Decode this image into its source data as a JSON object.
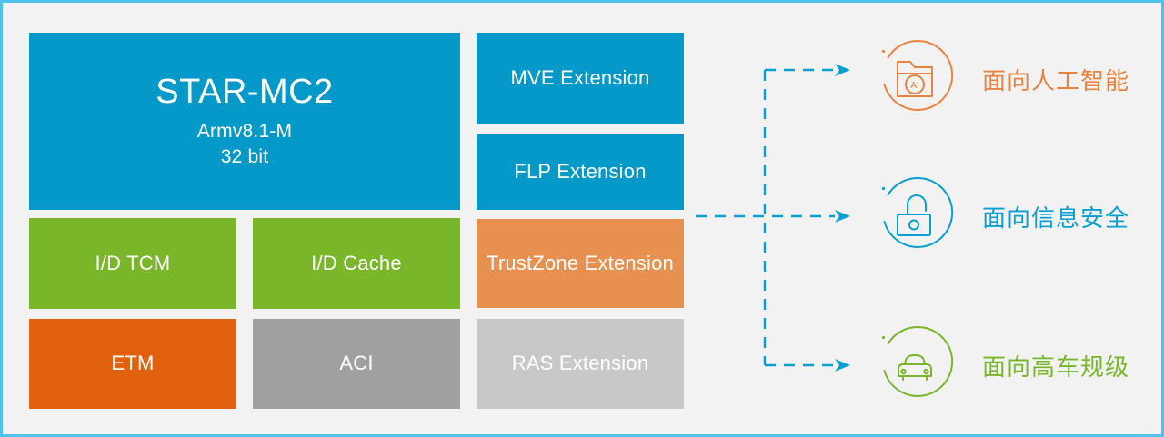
{
  "diagram": {
    "background_color": "#f2f2f2",
    "border_color": "#4fc3ec",
    "core": {
      "name": "STAR-MC2",
      "architecture": "Armv8.1-M",
      "bitness": "32 bit",
      "color": "#0499c8"
    },
    "blocks": [
      {
        "id": "tcm",
        "label": "I/D TCM",
        "color": "#7ab62a"
      },
      {
        "id": "cache",
        "label": "I/D Cache",
        "color": "#7ab62a"
      },
      {
        "id": "etm",
        "label": "ETM",
        "color": "#e1610e"
      },
      {
        "id": "aci",
        "label": "ACI",
        "color": "#a0a0a0"
      },
      {
        "id": "mve",
        "label": "MVE Extension",
        "color": "#0499c8"
      },
      {
        "id": "flp",
        "label": "FLP Extension",
        "color": "#0499c8"
      },
      {
        "id": "trustzone",
        "label": "TrustZone Extension",
        "color": "#e8904f"
      },
      {
        "id": "ras",
        "label": "RAS Extension",
        "color": "#c8c8c8"
      }
    ],
    "connector": {
      "style": "dashed",
      "color": "#0a9fd4",
      "arrow_count": 3
    },
    "features": [
      {
        "id": "ai",
        "icon": "ai-folder-icon",
        "label": "面向人工智能",
        "color": "#e8843f"
      },
      {
        "id": "sec",
        "icon": "open-lock-icon",
        "label": "面向信息安全",
        "color": "#0a9fd4"
      },
      {
        "id": "auto",
        "icon": "car-icon",
        "label": "面向高车规级",
        "color": "#7ab62a"
      }
    ]
  }
}
